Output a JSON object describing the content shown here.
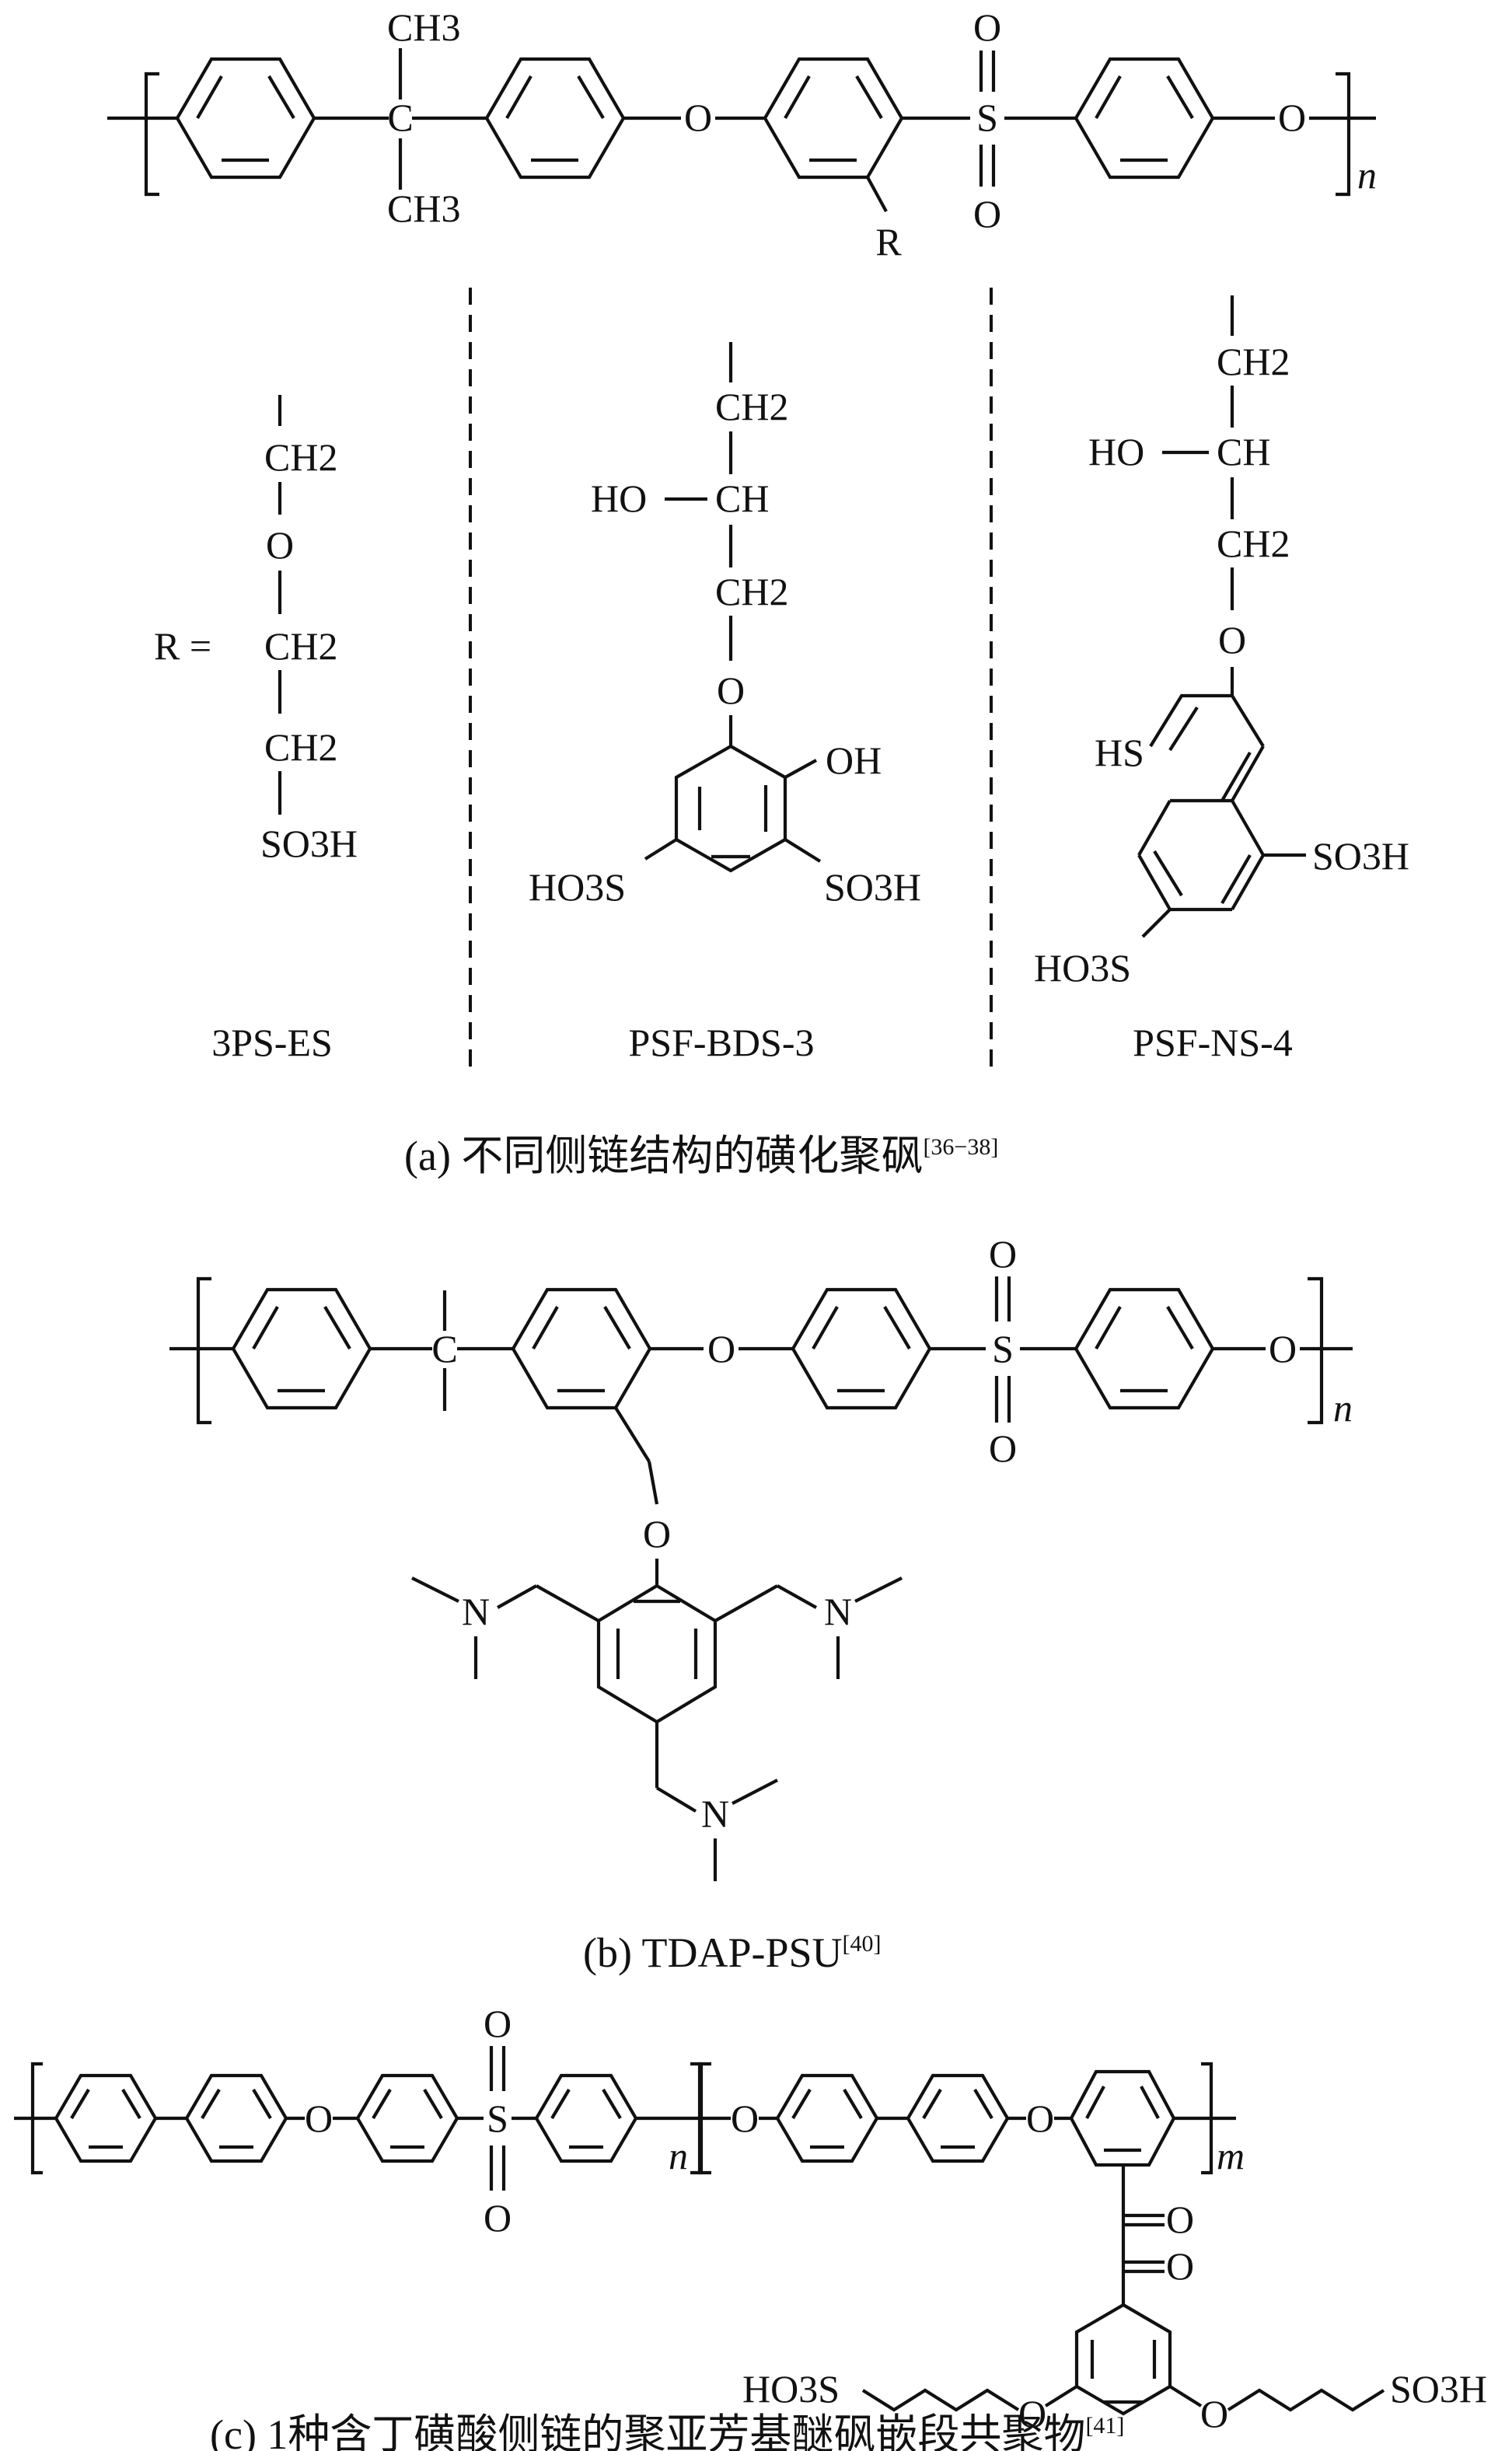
{
  "panel_a": {
    "methyl_top": "CH3",
    "methyl_bottom": "CH3",
    "carbon": "C",
    "ether_oxygen_1": "O",
    "sulfur": "S",
    "sulfonyl_oxygen_top": "O",
    "sulfonyl_oxygen_bottom": "O",
    "ether_oxygen_2": "O",
    "substituent": "R",
    "repeat_index": "n",
    "r_equals": "R =",
    "chain_3ps": [
      "CH2",
      "O",
      "CH2",
      "CH2",
      "SO3H"
    ],
    "chain_bds": {
      "ch2_top": "CH2",
      "ho": "HO",
      "ch": "CH",
      "ch2_bottom": "CH2",
      "o": "O",
      "oh": "OH",
      "so3h_left": "HO3S",
      "so3h_right": "SO3H"
    },
    "chain_ns": {
      "ch2_top": "CH2",
      "ho": "HO",
      "ch": "CH",
      "ch2_bottom": "CH2",
      "o": "O",
      "hs": "HS",
      "so3h_right": "SO3H",
      "so3h_left": "HO3S"
    },
    "names": [
      "3PS-ES",
      "PSF-BDS-3",
      "PSF-NS-4"
    ],
    "caption": "(a) 不同侧链结构的磺化聚砜",
    "caption_ref": "[36−38]"
  },
  "panel_b": {
    "carbon": "C",
    "ether_oxygen_1": "O",
    "sulfur": "S",
    "sulfonyl_oxygen_top": "O",
    "sulfonyl_oxygen_bottom": "O",
    "ether_oxygen_2": "O",
    "repeat_index": "n",
    "benzyl_oxygen": "O",
    "amine_left": "N",
    "amine_right": "N",
    "amine_bottom": "N",
    "caption": "(b) TDAP-PSU",
    "caption_ref": "[40]"
  },
  "panel_c": {
    "ether_oxygen_1": "O",
    "sulfur": "S",
    "sulfonyl_oxygen_top": "O",
    "sulfonyl_oxygen_bottom": "O",
    "repeat_index_1": "n",
    "ether_oxygen_2": "O",
    "ether_oxygen_3": "O",
    "repeat_index_2": "m",
    "ketone_oxygen_1": "O",
    "ketone_oxygen_2": "O",
    "sulfonate_left": "HO3S",
    "ether_oxygen_left": "O",
    "ether_oxygen_right": "O",
    "sulfonate_right": "SO3H",
    "caption": "(c) 1种含丁磺酸侧链的聚亚芳基醚砜嵌段共聚物",
    "caption_ref": "[41]"
  }
}
